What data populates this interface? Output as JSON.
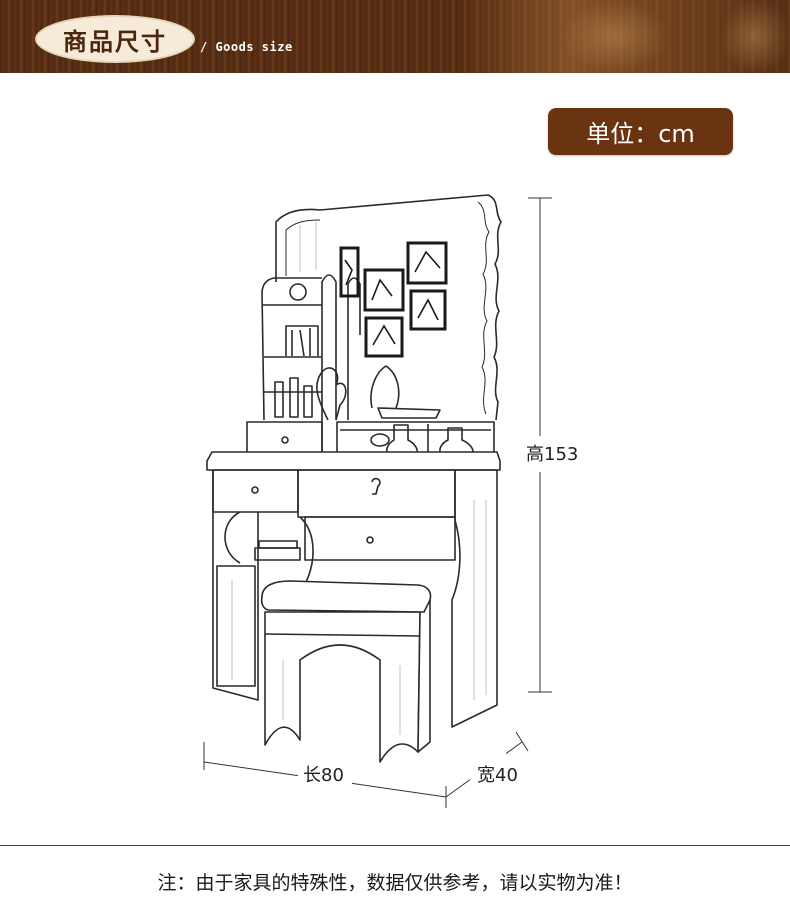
{
  "header": {
    "title": "商品尺寸",
    "subtitle": "/ Goods size"
  },
  "unit_badge": {
    "label": "单位：cm"
  },
  "dimensions": {
    "height": "高153",
    "length": "长80",
    "width": "宽40"
  },
  "footer": {
    "note": "注：由于家具的特殊性，数据仅供参考，请以实物为准！"
  },
  "colors": {
    "banner": "#5a3218",
    "pill": "#f5ebd8",
    "badge": "#6a3412",
    "sketch_line": "#2a2a2a"
  }
}
